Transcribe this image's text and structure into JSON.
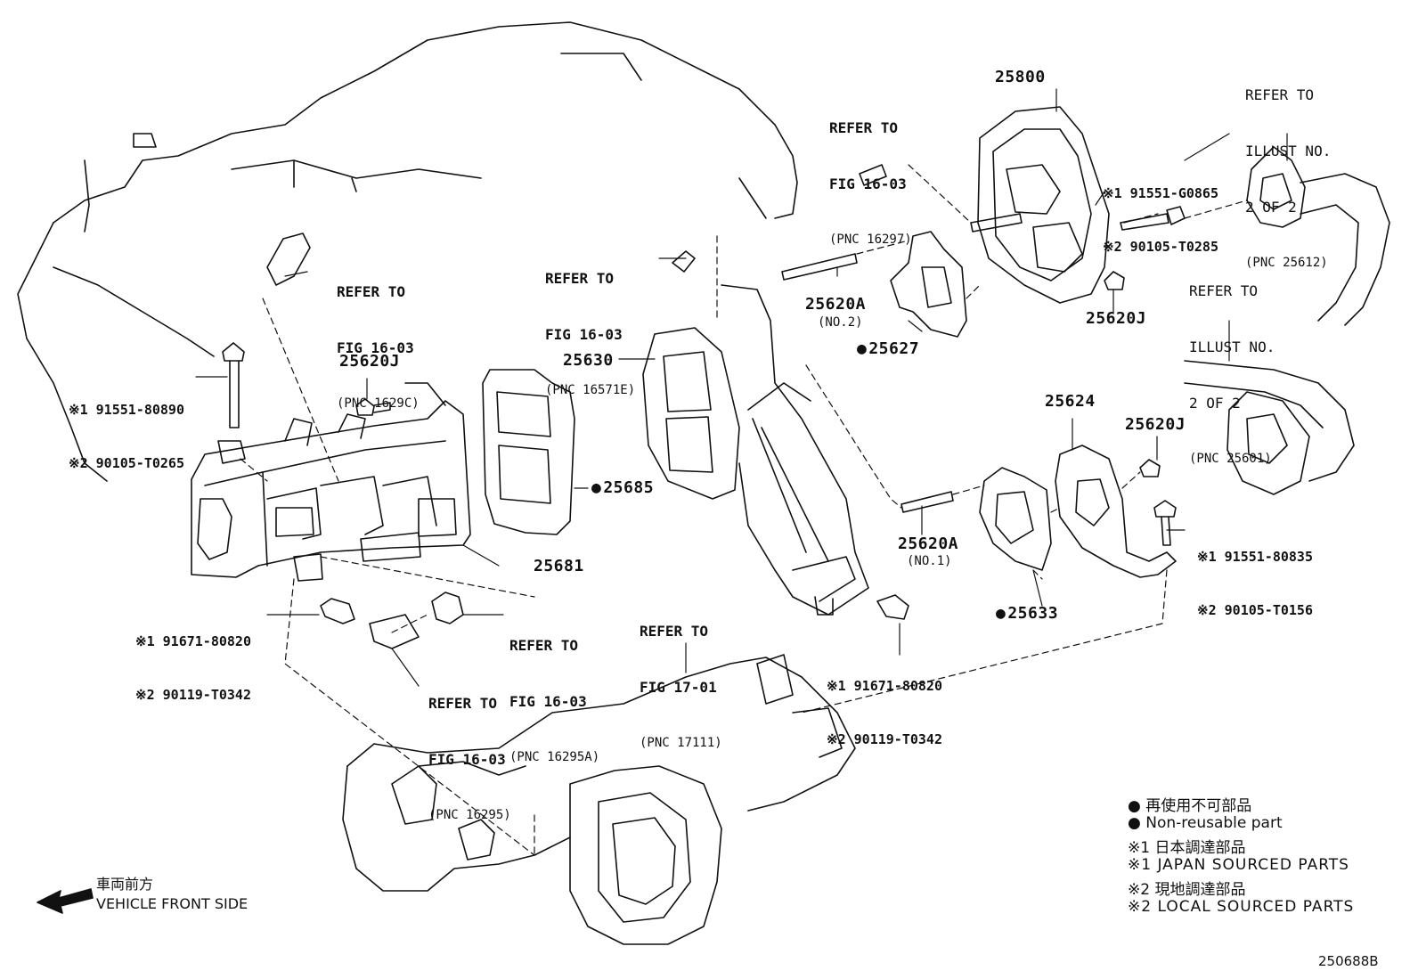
{
  "parts": {
    "p25800": "25800",
    "p25620a_no2": "25620A",
    "p25620a_no2_sub": "(NO.2)",
    "p25627": "25627",
    "p25620j_right": "25620J",
    "p25630": "25630",
    "p25620j_left": "25620J",
    "p25685": "25685",
    "p25681": "25681",
    "p25624": "25624",
    "p25620j_mid": "25620J",
    "p25620a_no1": "25620A",
    "p25620a_no1_sub": "(NO.1)",
    "p25633": "25633"
  },
  "alt_parts": {
    "top_right": [
      "※1 91551-G0865",
      "※2 90105-T0285"
    ],
    "left_bolt": [
      "※1 91551-80890",
      "※2 90105-T0265"
    ],
    "left_bottom": [
      "※1 91671-80820",
      "※2 90119-T0342"
    ],
    "mid_bottom": [
      "※1 91671-80820",
      "※2 90119-T0342"
    ],
    "right_bolt": [
      "※1 91551-80835",
      "※2 90105-T0156"
    ]
  },
  "refs": {
    "r16297": [
      "REFER TO",
      "FIG 16-03",
      "(PNC 16297)"
    ],
    "r16571e": [
      "REFER TO",
      "FIG 16-03",
      "(PNC 16571E)"
    ],
    "r1629c": [
      "REFER TO",
      "FIG 16-03",
      "(PNC 1629C)"
    ],
    "r25612": [
      "REFER TO",
      "ILLUST NO.",
      "2 OF 2",
      "(PNC 25612)"
    ],
    "r25601": [
      "REFER TO",
      "ILLUST NO.",
      "2 OF 2",
      "(PNC 25601)"
    ],
    "r16295a": [
      "REFER TO",
      "FIG 16-03",
      "(PNC 16295A)"
    ],
    "r17111": [
      "REFER TO",
      "FIG 17-01",
      "(PNC 17111)"
    ],
    "r16295": [
      "REFER TO",
      "FIG 16-03",
      "(PNC 16295)"
    ]
  },
  "legend": {
    "nonreusable_jp": "● 再使用不可部品",
    "nonreusable_en": "● Non-reusable part",
    "japan_jp": "※1 日本調達部品",
    "japan_en": "※1 JAPAN SOURCED PARTS",
    "local_jp": "※2 現地調達部品",
    "local_en": "※2 LOCAL SOURCED PARTS"
  },
  "front": {
    "jp": "車両前方",
    "en": "VEHICLE FRONT SIDE"
  },
  "illustration_code": "250688B"
}
